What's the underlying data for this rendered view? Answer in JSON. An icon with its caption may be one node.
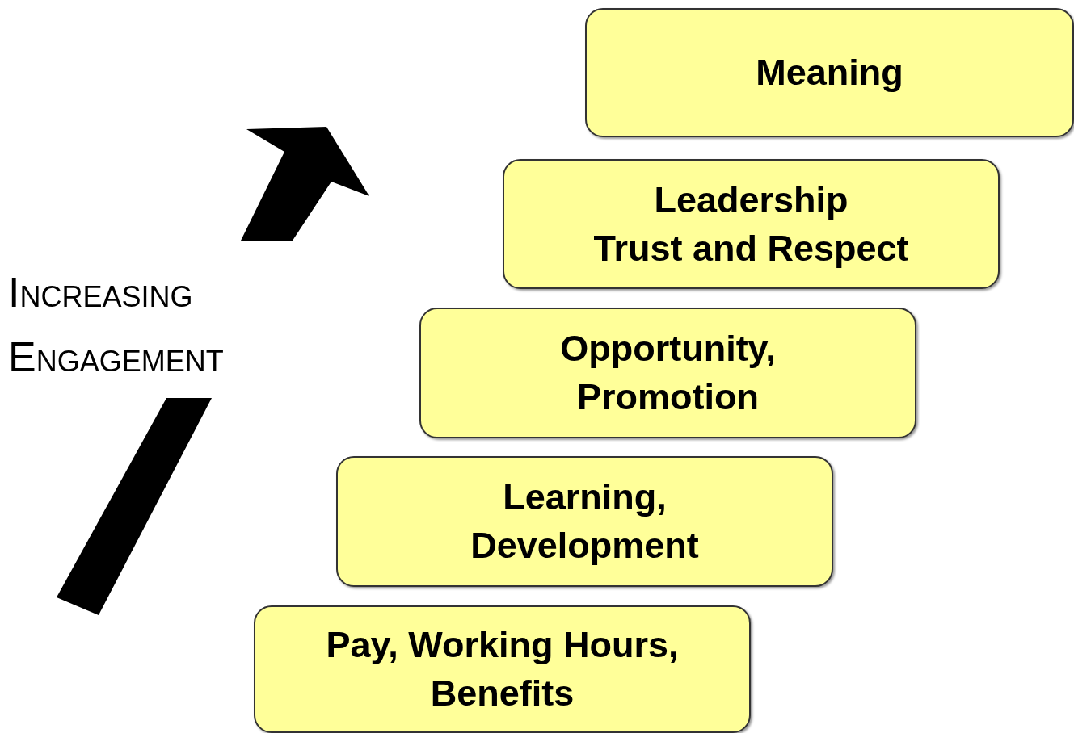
{
  "diagram": {
    "nodes": [
      {
        "text": [
          "Meaning"
        ]
      },
      {
        "text": [
          "Leadership",
          "Trust and Respect"
        ]
      },
      {
        "text": [
          "Opportunity, Promotion"
        ]
      },
      {
        "text": [
          "Learning, Development"
        ]
      },
      {
        "text": [
          "Pay, Working Hours, Benefits"
        ]
      }
    ],
    "labels": [
      "Increasing Engagement"
    ]
  }
}
